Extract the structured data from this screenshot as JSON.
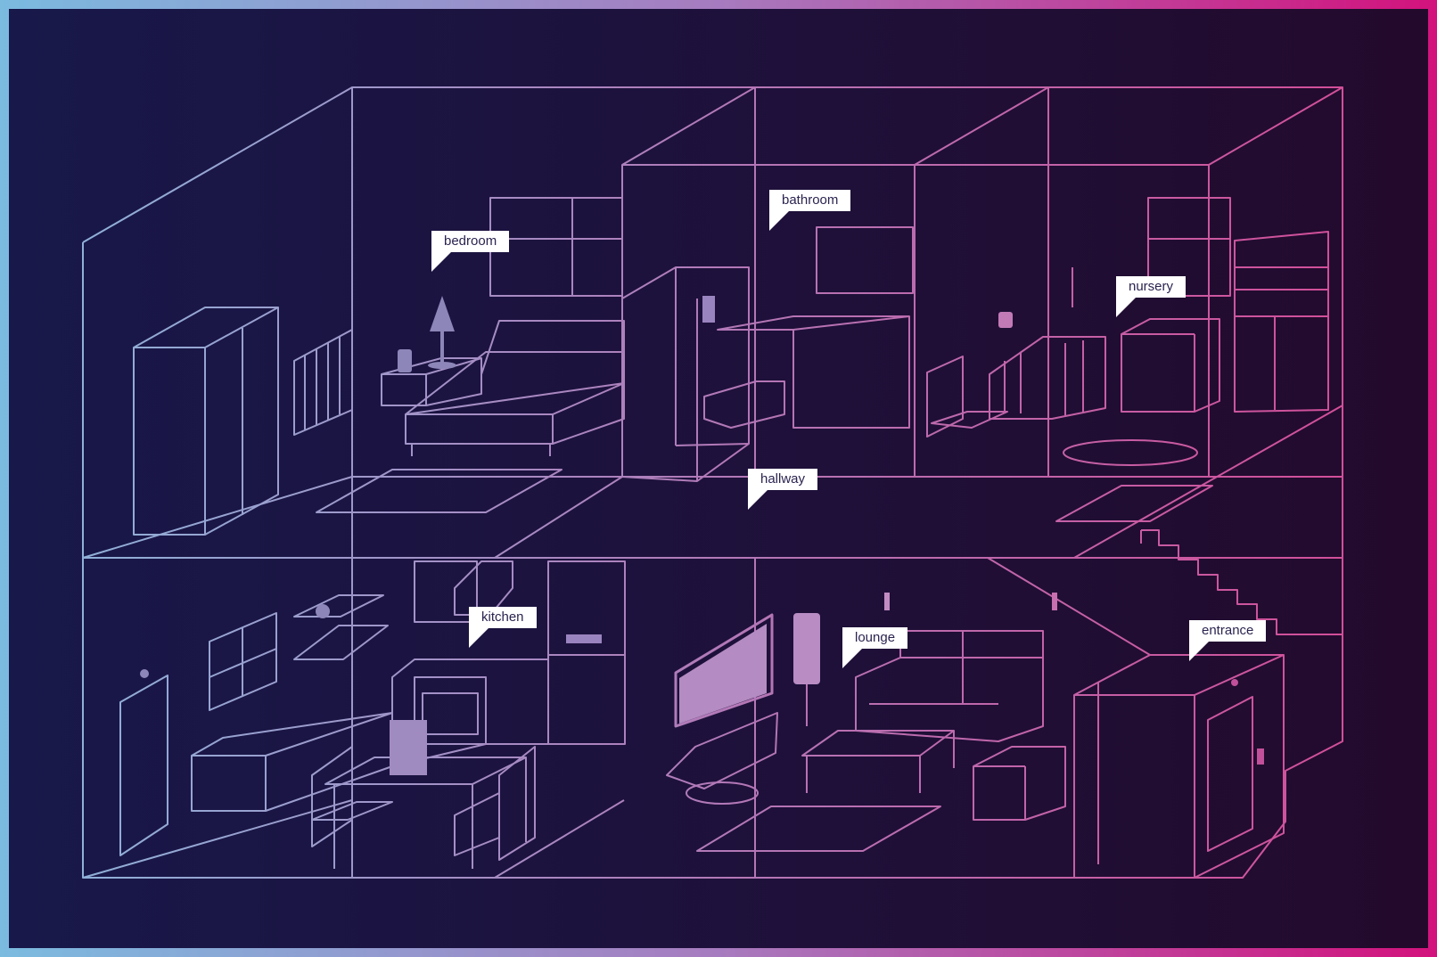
{
  "illustration": {
    "colors": {
      "bg_left": "#18184a",
      "bg_right": "#230a2c",
      "frame_left": "#7bbbe0",
      "frame_mid": "#a77bbf",
      "frame_right": "#d3127d",
      "line_left": "#8fb0d8",
      "line_right": "#d24e99",
      "label_bg": "#ffffff",
      "label_text": "#2b2450"
    }
  },
  "rooms": {
    "bedroom": "bedroom",
    "bathroom": "bathroom",
    "nursery": "nursery",
    "hallway": "hallway",
    "kitchen": "kitchen",
    "lounge": "lounge",
    "entrance": "entrance"
  }
}
